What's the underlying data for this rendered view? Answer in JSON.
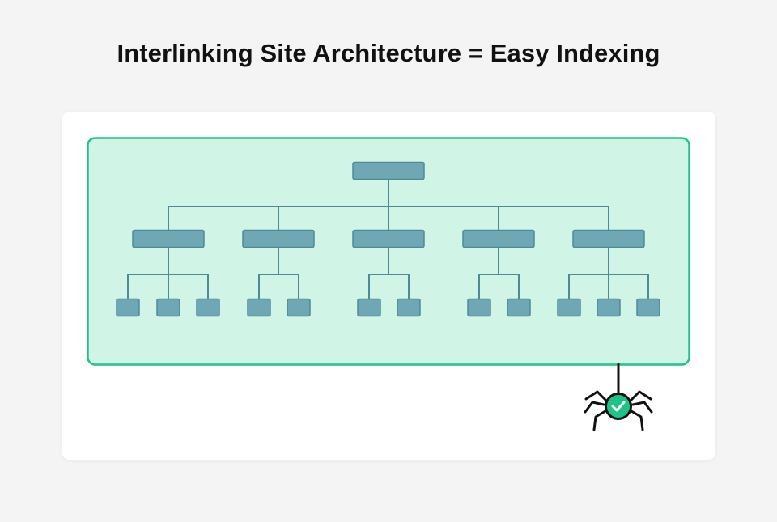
{
  "title": "Interlinking Site Architecture = Easy Indexing",
  "colors": {
    "background": "#f4f4f4",
    "card": "#ffffff",
    "zone_fill": "#d0f5e6",
    "zone_border": "#1ec486",
    "node_fill": "#6fa7b4",
    "node_stroke": "#4d8b99",
    "connector": "#4d8b99",
    "spider_body": "#1ec486",
    "spider_outline": "#111111"
  },
  "diagram": {
    "structure": "tree",
    "levels": 3,
    "root": {
      "children": [
        3,
        2,
        2,
        2,
        3
      ]
    },
    "crawler": {
      "icon": "spider-icon",
      "status_icon": "checkmark-icon"
    }
  }
}
